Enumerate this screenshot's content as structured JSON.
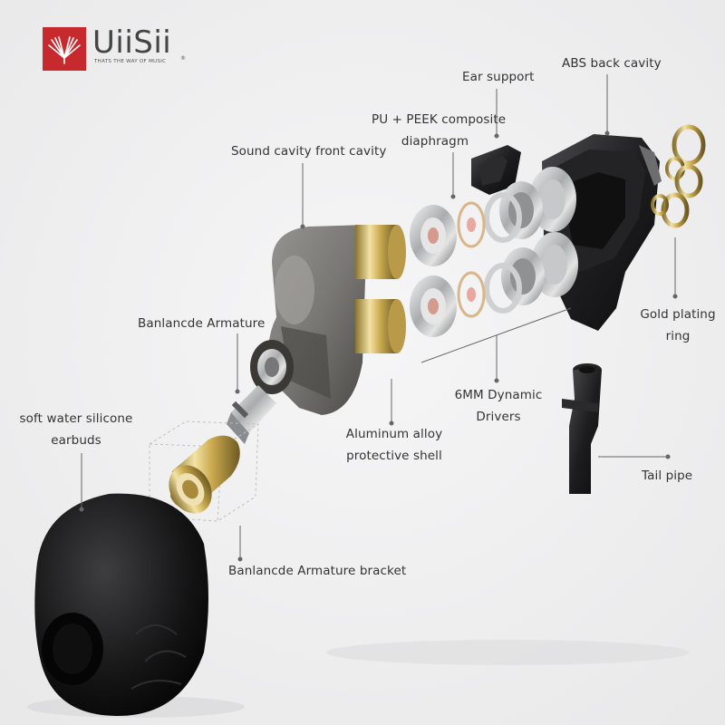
{
  "logo": {
    "brand": "UiiSii",
    "tagline": "THATS THE WAY OF MUSIC",
    "reg": "®"
  },
  "labels": {
    "ear_support": "Ear support",
    "abs_back_cavity": "ABS back cavity",
    "pu_peek_line1": "PU + PEEK composite",
    "pu_peek_line2": "diaphragm",
    "sound_cavity": "Sound cavity front cavity",
    "banlancde_armature": "Banlancde Armature",
    "gold_plating_line1": "Gold plating",
    "gold_plating_line2": "ring",
    "dynamic_drivers_line1": "6MM Dynamic",
    "dynamic_drivers_line2": "Drivers",
    "silicone_line1": "soft water silicone",
    "silicone_line2": "earbuds",
    "aluminum_line1": "Aluminum alloy",
    "aluminum_line2": "protective shell",
    "tail_pipe": "Tail pipe",
    "armature_bracket": "Banlancde Armature bracket"
  },
  "colors": {
    "brand_red": "#c62a2f",
    "label_text": "#333333",
    "background": "#f1f1f2"
  }
}
